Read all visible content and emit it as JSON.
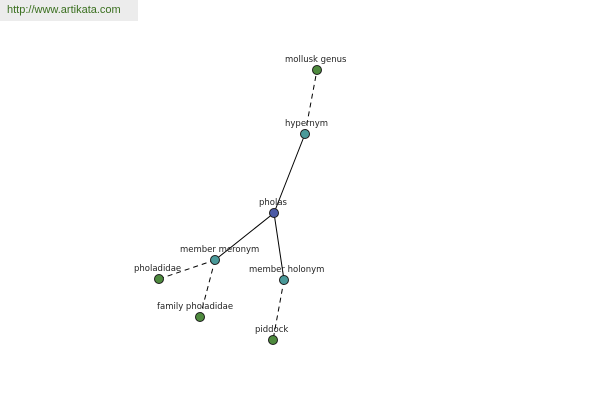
{
  "header": {
    "source_url": "http://www.artikata.com"
  },
  "colors": {
    "center": "#4b5aa6",
    "relation": "#4a9a9a",
    "leaf": "#4e8a3e",
    "link": "#3a6f1f"
  },
  "graph": {
    "nodes": [
      {
        "id": "pholas",
        "label": "pholas",
        "kind": "center"
      },
      {
        "id": "hypernym",
        "label": "hypernym",
        "kind": "relation"
      },
      {
        "id": "mollusk-genus",
        "label": "mollusk genus",
        "kind": "leaf"
      },
      {
        "id": "member-meronym",
        "label": "member meronym",
        "kind": "relation"
      },
      {
        "id": "pholadidae",
        "label": "pholadidae",
        "kind": "leaf"
      },
      {
        "id": "family-pholadidae",
        "label": "family pholadidae",
        "kind": "leaf"
      },
      {
        "id": "member-holonym",
        "label": "member holonym",
        "kind": "relation"
      },
      {
        "id": "piddock",
        "label": "piddock",
        "kind": "leaf"
      }
    ],
    "edges": [
      {
        "from": "pholas",
        "to": "hypernym",
        "style": "solid"
      },
      {
        "from": "hypernym",
        "to": "mollusk-genus",
        "style": "dashed"
      },
      {
        "from": "pholas",
        "to": "member-meronym",
        "style": "solid"
      },
      {
        "from": "member-meronym",
        "to": "pholadidae",
        "style": "dashed"
      },
      {
        "from": "member-meronym",
        "to": "family-pholadidae",
        "style": "dashed"
      },
      {
        "from": "pholas",
        "to": "member-holonym",
        "style": "solid"
      },
      {
        "from": "member-holonym",
        "to": "piddock",
        "style": "dashed"
      }
    ]
  }
}
